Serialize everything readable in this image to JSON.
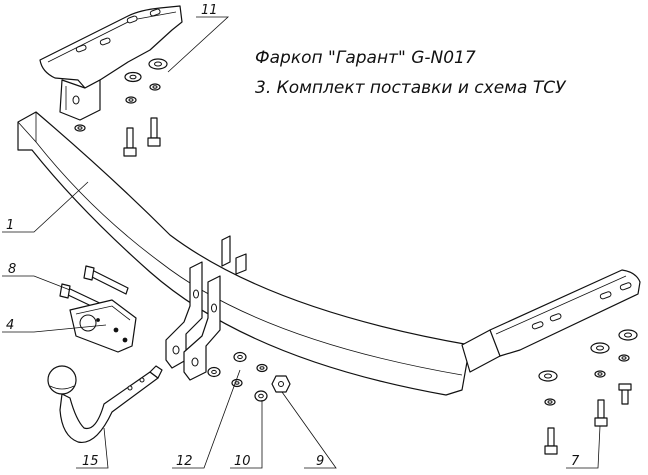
{
  "title": {
    "line1": "Фаркоп \"Гарант\" G-N017",
    "line2": "3. Комплект поставки и схема ТСУ"
  },
  "callouts": [
    "1",
    "4",
    "7",
    "8",
    "9",
    "10",
    "11",
    "12",
    "15"
  ]
}
